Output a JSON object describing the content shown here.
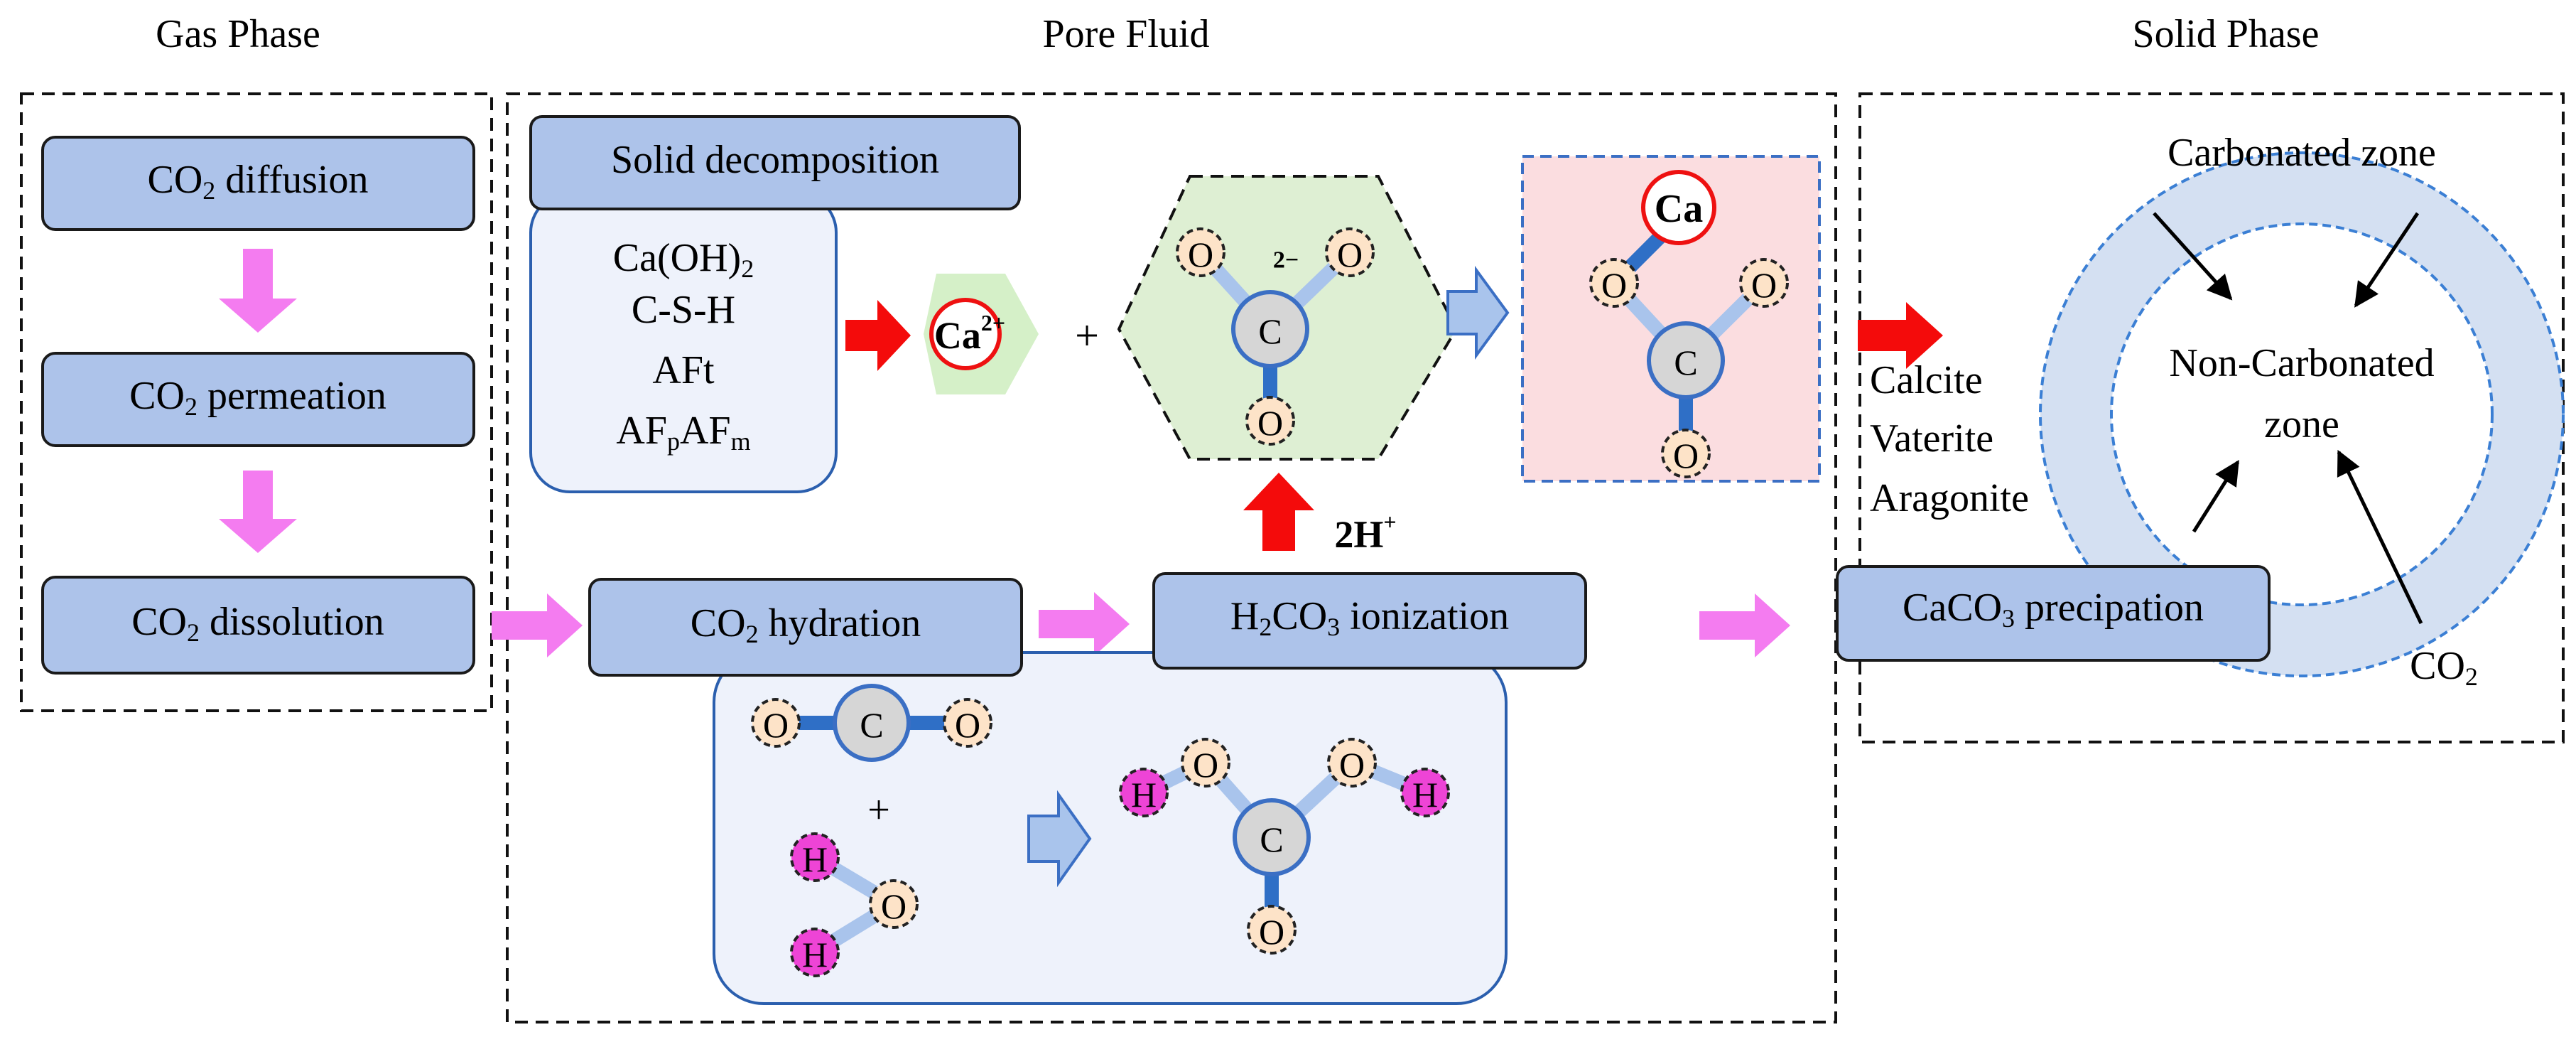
{
  "headers": {
    "gas": "Gas Phase",
    "pore": "Pore Fluid",
    "solid": "Solid Phase"
  },
  "gas_steps": {
    "diffusion": {
      "main": "CO",
      "sub": "2",
      "rest": " diffusion"
    },
    "permeation": {
      "main": "CO",
      "sub": "2",
      "rest": " permeation"
    },
    "dissolution": {
      "main": "CO",
      "sub": "2",
      "rest": " dissolution"
    }
  },
  "pore": {
    "solid_decomposition": "Solid decomposition",
    "phases": {
      "caoh": {
        "main": "Ca(OH)",
        "sub": "2"
      },
      "csh": "C-S-H",
      "aft": "AFt",
      "afm": {
        "a": "AF",
        "b": "p",
        "c": "AF",
        "d": "m"
      }
    },
    "ca_ion": {
      "label": "Ca",
      "charge": "2+"
    },
    "plus": "+",
    "carbonate_charge": "2−",
    "two_h": {
      "main": "2H",
      "sup": "+"
    },
    "hydration": {
      "main": "CO",
      "sub": "2",
      "rest": " hydration"
    },
    "ionization": {
      "a": "H",
      "b": "2",
      "c": "CO",
      "d": "3",
      "e": " ionization"
    },
    "hydration_plus": "+"
  },
  "solid": {
    "products": [
      "Calcite",
      "Vaterite",
      "Aragonite"
    ],
    "precipitation": {
      "main": "CaCO",
      "sub": "3",
      "rest": " precipation"
    },
    "carbonated_zone": "Carbonated zone",
    "non_carbonated": [
      "Non-Carbonated",
      "zone"
    ],
    "co2": {
      "main": "CO",
      "sub": "2"
    }
  },
  "atoms": {
    "O": "O",
    "C": "C",
    "H": "H",
    "Ca": "Ca"
  }
}
